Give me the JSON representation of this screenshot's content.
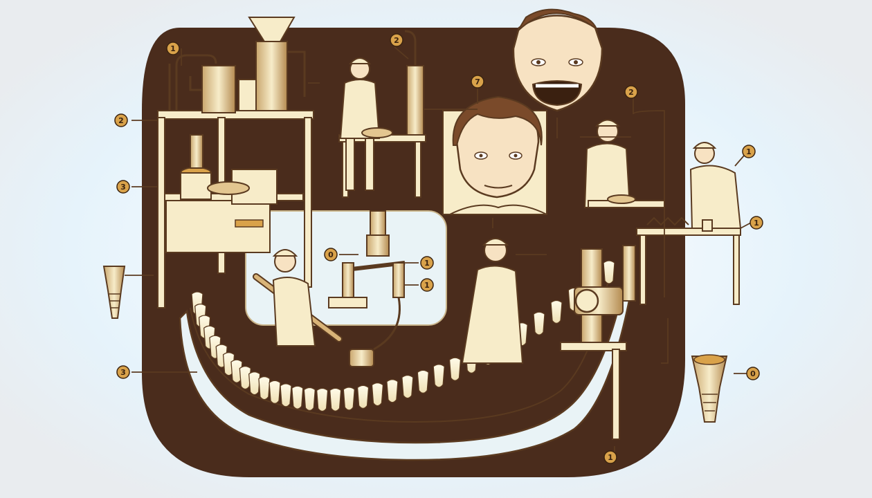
{
  "figure": {
    "background_color": "#eef1f4",
    "panel_color": "#4a2c1c",
    "line_color": "#5a3a20",
    "cream_color": "#f7ecc9",
    "accent_color": "#d9a24a"
  },
  "markers": [
    {
      "id": "m1",
      "label": "1"
    },
    {
      "id": "m2",
      "label": "2"
    },
    {
      "id": "m3",
      "label": "2"
    },
    {
      "id": "m4",
      "label": "3"
    },
    {
      "id": "m5",
      "label": "7"
    },
    {
      "id": "m6",
      "label": "2"
    },
    {
      "id": "m7",
      "label": "1"
    },
    {
      "id": "m8",
      "label": "1"
    },
    {
      "id": "m9",
      "label": "0"
    },
    {
      "id": "m10",
      "label": "1"
    },
    {
      "id": "m11",
      "label": "1"
    },
    {
      "id": "m12",
      "label": "3"
    },
    {
      "id": "m13",
      "label": "0"
    },
    {
      "id": "m14",
      "label": "1"
    }
  ]
}
